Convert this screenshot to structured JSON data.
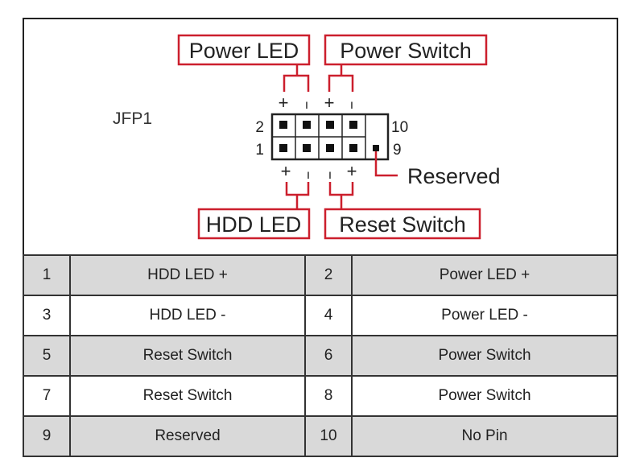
{
  "connector": {
    "name": "JFP1",
    "callouts": {
      "power_led": "Power LED",
      "power_switch": "Power Switch",
      "hdd_led": "HDD LED",
      "reset_switch": "Reset Switch",
      "reserved": "Reserved"
    },
    "pin_numbers": {
      "top_left": "2",
      "bottom_left": "1",
      "top_right": "10",
      "bottom_right": "9"
    },
    "polarity": {
      "plus": "+",
      "minus": "ı"
    }
  },
  "colors": {
    "callout_red": "#cc1f2d",
    "shaded_row": "#d9d9d9",
    "line": "#222222"
  },
  "pin_table": {
    "rows": [
      {
        "pin_a": "1",
        "name_a": "HDD LED +",
        "pin_b": "2",
        "name_b": "Power LED +"
      },
      {
        "pin_a": "3",
        "name_a": "HDD LED -",
        "pin_b": "4",
        "name_b": "Power LED -"
      },
      {
        "pin_a": "5",
        "name_a": "Reset Switch",
        "pin_b": "6",
        "name_b": "Power Switch"
      },
      {
        "pin_a": "7",
        "name_a": "Reset Switch",
        "pin_b": "8",
        "name_b": "Power Switch"
      },
      {
        "pin_a": "9",
        "name_a": "Reserved",
        "pin_b": "10",
        "name_b": "No Pin"
      }
    ]
  }
}
